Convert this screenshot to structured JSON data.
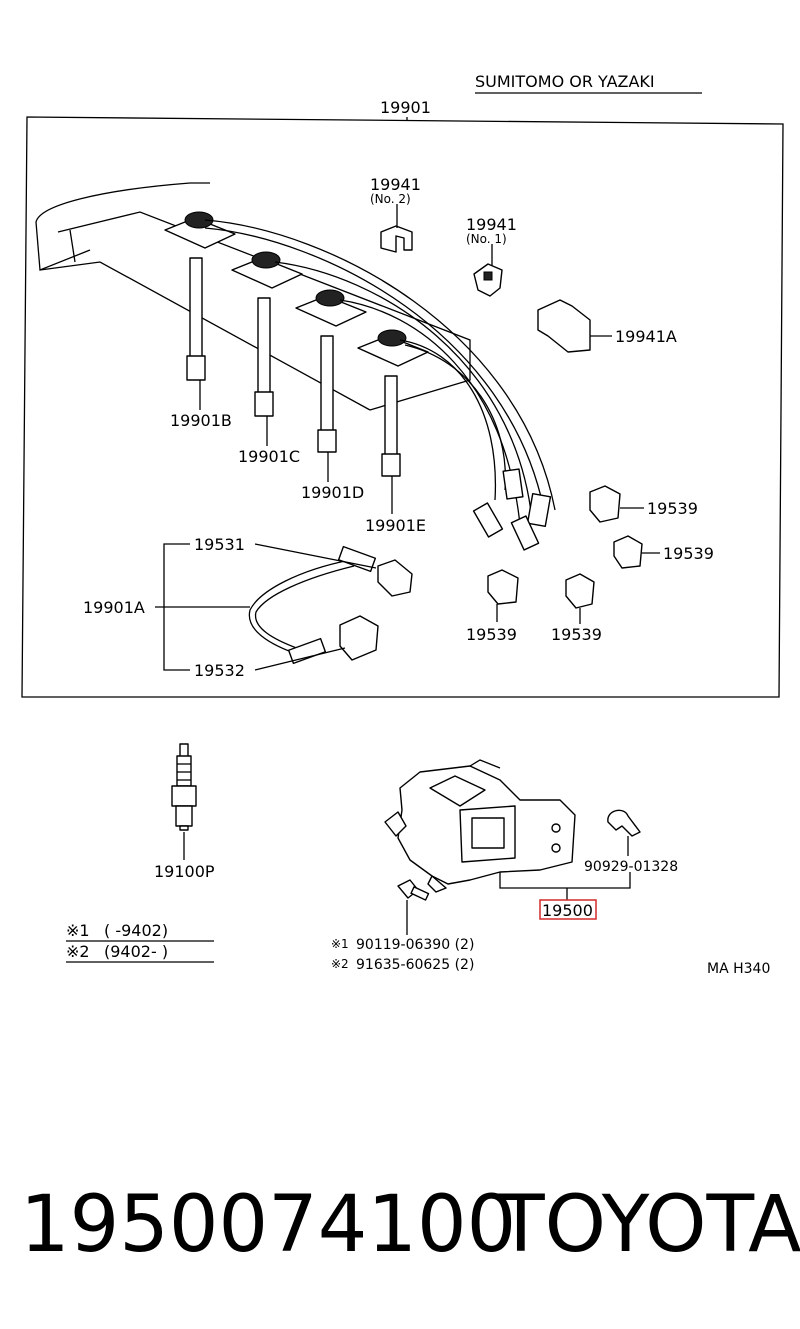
{
  "header": {
    "supplier_note": "SUMITOMO OR YAZAKI",
    "assembly_label": "19901"
  },
  "wire_set_labels": {
    "clamp_no2": "19941",
    "clamp_no2_sub": "(No. 2)",
    "clamp_no1": "19941",
    "clamp_no1_sub": "(No. 1)",
    "clamp_a": "19941A",
    "cord_b": "19901B",
    "cord_c": "19901C",
    "cord_d": "19901D",
    "cord_e": "19901E",
    "coil_cord": "19901A",
    "boot_1": "19531",
    "boot_2": "19532",
    "cap_1": "19539",
    "cap_2": "19539",
    "cap_3": "19539",
    "cap_4": "19539"
  },
  "lower_labels": {
    "spark_plug": "19100P",
    "clamp_part": "90929-01328",
    "highlighted_part": "19500",
    "bolt_1": "90119-06390 (2)",
    "bolt_1_mark": "※1",
    "bolt_2": "91635-60625 (2)",
    "bolt_2_mark": "※2",
    "note_1_mark": "※1",
    "note_1": "(        -9402)",
    "note_2_mark": "※2",
    "note_2": "(9402-         )",
    "diagram_code": "MA H340"
  },
  "colors": {
    "highlight_border": "#d42a2a",
    "line": "#000000"
  },
  "footer": {
    "part_number": "1950074100",
    "brand": "TOYOTA"
  }
}
